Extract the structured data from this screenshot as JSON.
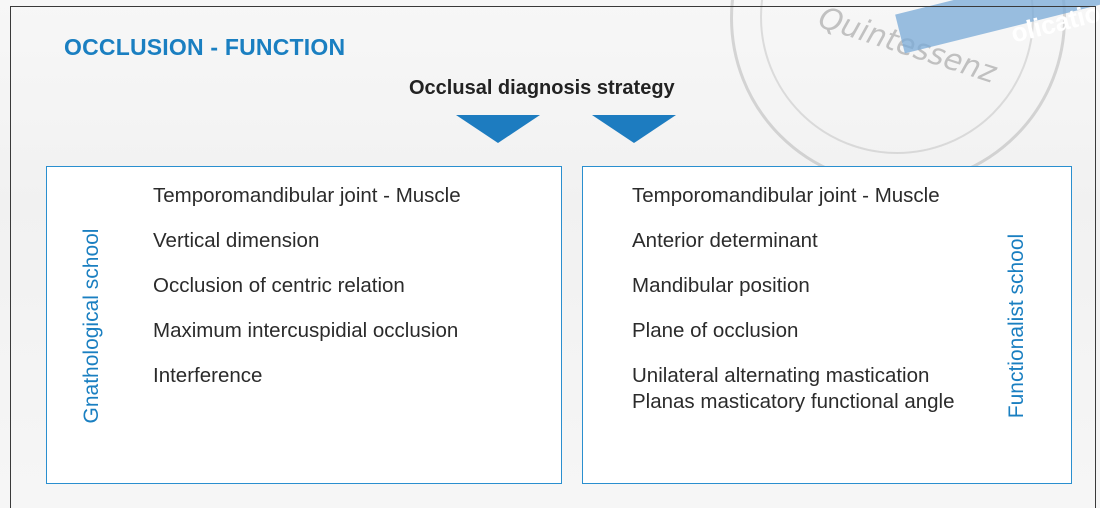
{
  "title": "OCCLUSION - FUNCTION",
  "subtitle": "Occlusal diagnosis strategy",
  "left_box": {
    "label": "Gnathological school",
    "items": [
      "Temporomandibular joint - Muscle",
      "Vertical dimension",
      "Occlusion of centric relation",
      "Maximum intercuspidial occlusion",
      "Interference"
    ]
  },
  "right_box": {
    "label": "Functionalist school",
    "items": [
      "Temporomandibular joint - Muscle",
      "Anterior determinant",
      "Mandibular position",
      "Plane of occlusion",
      "Unilateral alternating mastication Planas masticatory functional angle"
    ]
  },
  "watermark": {
    "seal_text": "Quintessenz",
    "ribbon_text": "olication"
  },
  "colors": {
    "accent": "#1a7fc1",
    "arrow": "#1d7cc0",
    "box_border": "#2a8fcf",
    "text": "#2b2b2b"
  }
}
